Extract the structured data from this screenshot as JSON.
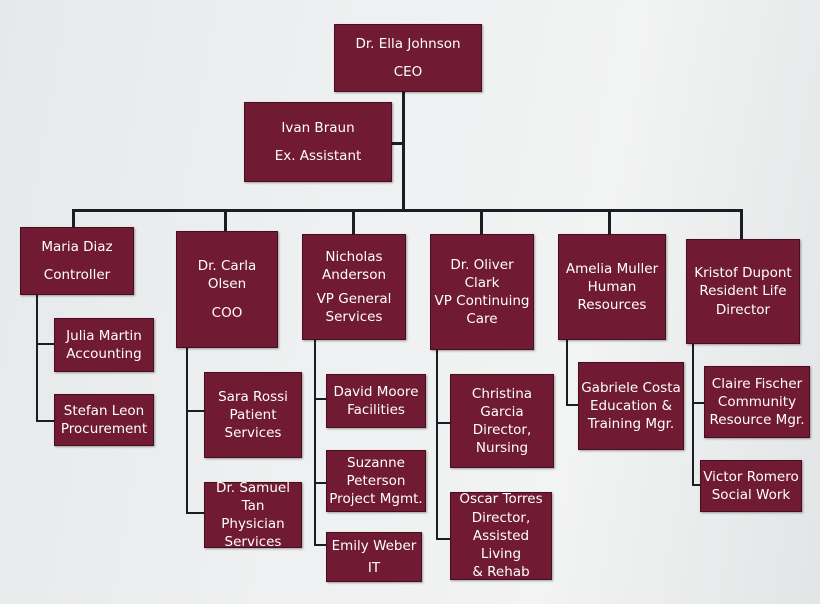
{
  "colors": {
    "box_fill": "#701a34",
    "box_text": "#ffffff",
    "connector": "#1c1c24"
  },
  "nodes": {
    "ceo": {
      "name": "Dr. Ella Johnson",
      "title": "CEO"
    },
    "assistant": {
      "name": "Ivan Braun",
      "title": "Ex. Assistant"
    },
    "controller": {
      "name": "Maria Diaz",
      "title": "Controller"
    },
    "accounting": {
      "text": "Julia Martin\nAccounting"
    },
    "procurement": {
      "text": "Stefan Leon\nProcurement"
    },
    "coo": {
      "name": "Dr. Carla Olsen",
      "title": "COO"
    },
    "patient": {
      "text": "Sara Rossi\nPatient\nServices"
    },
    "physician": {
      "text": "Dr. Samuel Tan\nPhysician\nServices"
    },
    "vpgs": {
      "name": "Nicholas\nAnderson",
      "title": "VP General\nServices"
    },
    "facilities": {
      "text": "David Moore\nFacilities"
    },
    "project": {
      "text": "Suzanne\nPeterson\nProject Mgmt."
    },
    "it": {
      "name": "Emily Weber",
      "title": "IT"
    },
    "vpcc": {
      "text": "Dr. Oliver Clark\nVP Continuing\nCare"
    },
    "nursing": {
      "text": "Christina\nGarcia\nDirector,\nNursing"
    },
    "assisted": {
      "text": "Oscar Torres\nDirector,\nAssisted Living\n& Rehab"
    },
    "hr": {
      "text": "Amelia Muller\nHuman\nResources"
    },
    "education": {
      "text": "Gabriele Costa\nEducation &\nTraining Mgr."
    },
    "resident": {
      "text": "Kristof Dupont\nResident Life\nDirector"
    },
    "community": {
      "text": "Claire Fischer\nCommunity\nResource Mgr."
    },
    "social": {
      "text": "Victor Romero\nSocial Work"
    }
  }
}
